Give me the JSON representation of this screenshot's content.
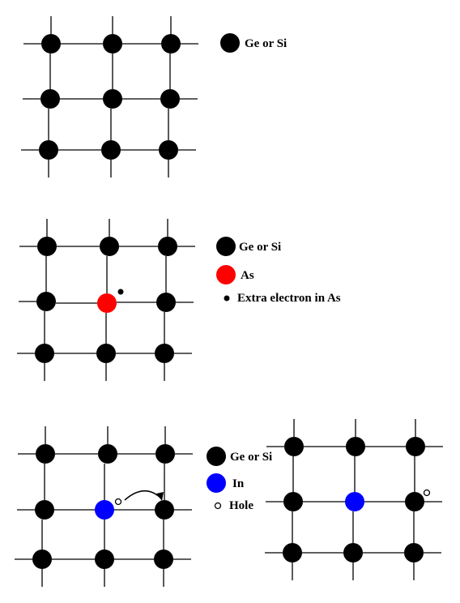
{
  "colors": {
    "host_atom": "#000000",
    "donor_atom": "#ff0000",
    "acceptor_atom": "#0000ff",
    "bond": "#000000",
    "background": "#ffffff"
  },
  "panels": [
    {
      "id": "intrinsic",
      "legend": [
        {
          "label": "Ge or Si",
          "marker": "host-atom"
        }
      ]
    },
    {
      "id": "n-type",
      "legend": [
        {
          "label": "Ge or Si",
          "marker": "host-atom"
        },
        {
          "label": "As",
          "marker": "donor-atom"
        },
        {
          "label": "Extra electron in As",
          "marker": "extra-electron"
        }
      ]
    },
    {
      "id": "p-type",
      "legend": [
        {
          "label": "Ge or Si",
          "marker": "host-atom"
        },
        {
          "label": "In",
          "marker": "acceptor-atom"
        },
        {
          "label": "Hole",
          "marker": "hole"
        }
      ]
    }
  ]
}
